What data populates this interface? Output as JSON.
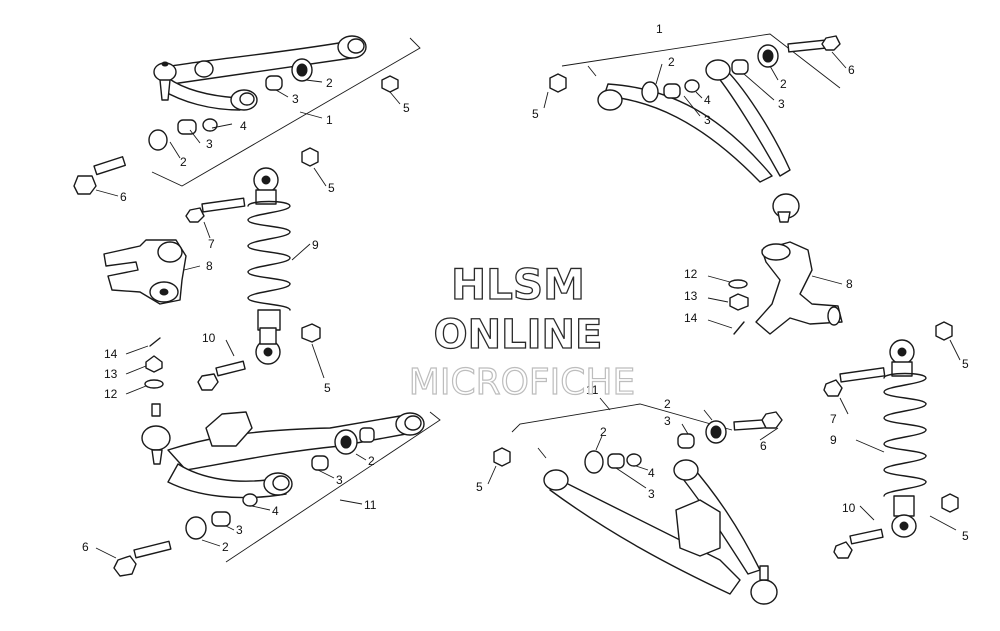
{
  "watermark": {
    "line1": "HLSM",
    "line2": "ONLINE",
    "line3": "MICROFICHE"
  },
  "callouts": {
    "c1": "1",
    "c2": "2",
    "c3": "3",
    "c4": "4",
    "c5": "5",
    "c6": "6",
    "c7": "7",
    "c8": "8",
    "c9": "9",
    "c10": "10",
    "c11": "11",
    "c12": "12",
    "c13": "13",
    "c14": "14"
  }
}
